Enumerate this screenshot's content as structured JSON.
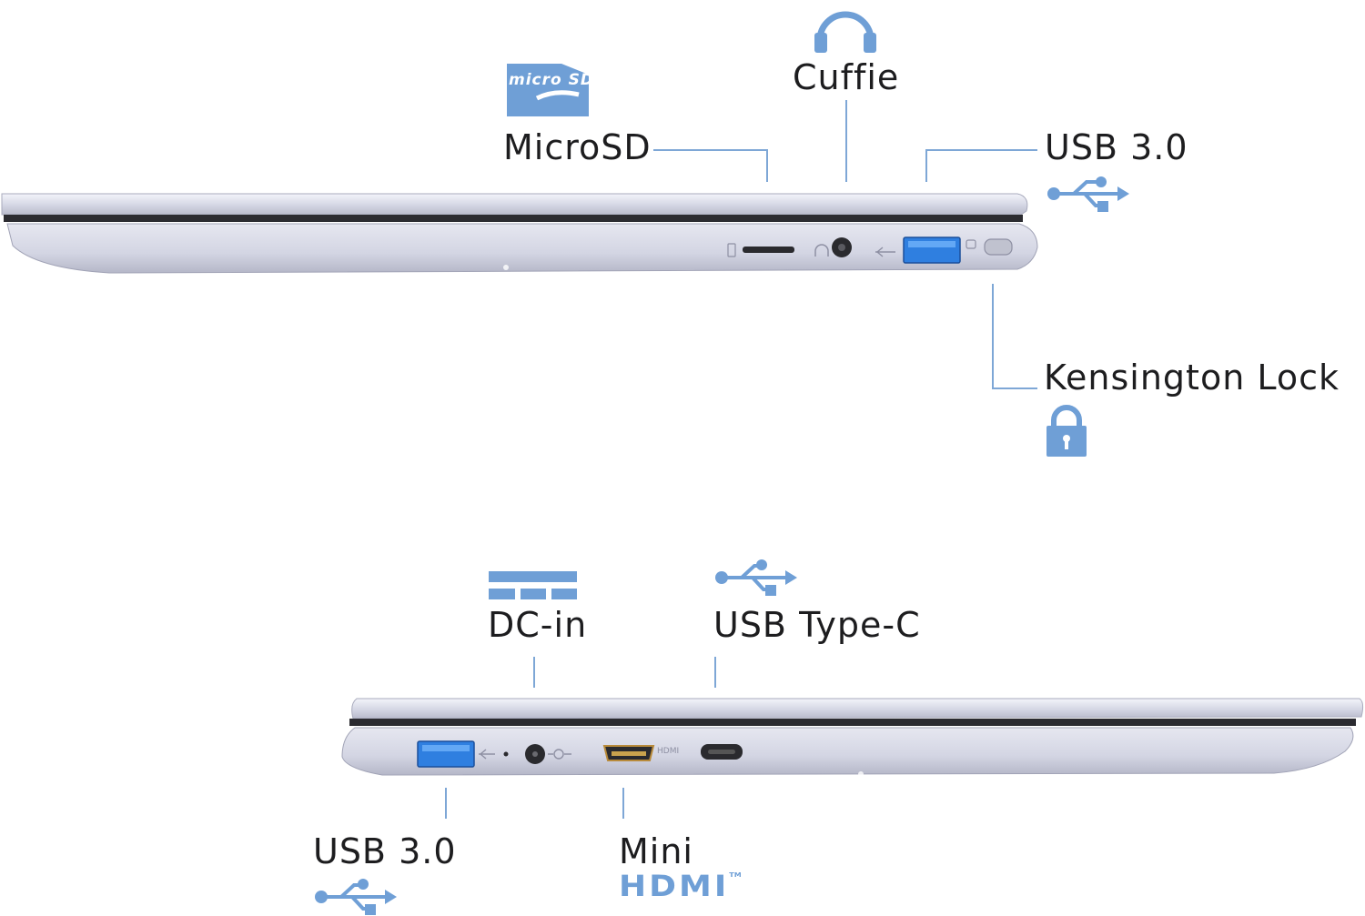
{
  "colors": {
    "accent_blue": "#6f9fd6",
    "leader_line": "#7ea7d6",
    "laptop_body": "#d9dbe8",
    "laptop_edge": "#9a9cb0",
    "usb_port_blue": "#2f7fe0"
  },
  "right_side": {
    "microsd": {
      "label": "MicroSD",
      "logo_text": "micro SD",
      "icon": "microsd-logo-icon"
    },
    "headphones": {
      "label": "Cuffie",
      "icon": "headphones-icon"
    },
    "usb": {
      "label": "USB 3.0",
      "icon": "usb-icon"
    },
    "kensington": {
      "label": "Kensington Lock",
      "icon": "lock-icon"
    }
  },
  "left_side": {
    "dc_in": {
      "label": "DC-in",
      "icon": "dc-power-icon"
    },
    "usb_c": {
      "label": "USB Type-C",
      "icon": "usb-icon"
    },
    "usb": {
      "label": "USB 3.0",
      "icon": "usb-icon"
    },
    "mini_hdmi": {
      "label": "Mini",
      "logo_text": "HDMI",
      "trademark": "TM",
      "port_text": "HDMI",
      "icon": "hdmi-logo-icon"
    }
  }
}
